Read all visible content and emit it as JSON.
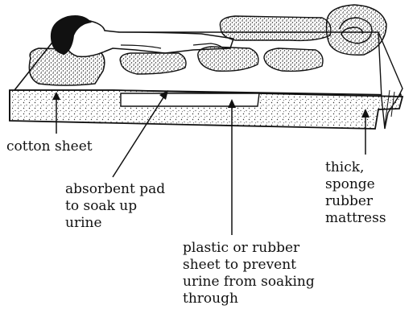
{
  "labels": {
    "cotton_sheet": [
      "cotton sheet"
    ],
    "absorbent_pad": [
      "absorbent pad",
      "to soak up",
      "urine"
    ],
    "mattress": [
      "thick,",
      "sponge",
      "rubber",
      "mattress"
    ],
    "plastic_sheet": [
      "plastic or rubber",
      "sheet to prevent",
      "urine from soaking",
      "through"
    ]
  },
  "colors": {
    "ink": "#111111",
    "background": "#ffffff",
    "stipple": "#333333"
  }
}
